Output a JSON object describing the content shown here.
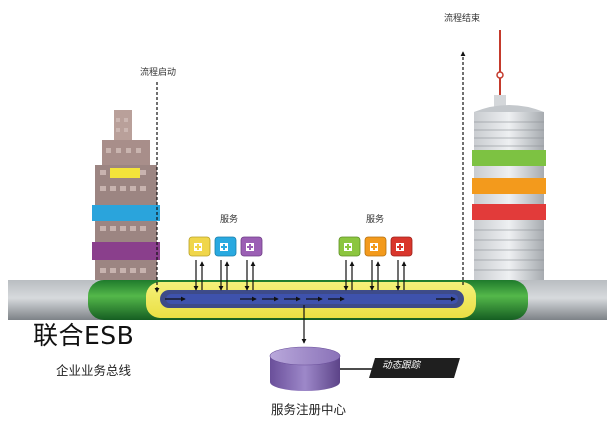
{
  "labels": {
    "flow_start": "流程启动",
    "flow_end": "流程结束",
    "services_left": "服务",
    "services_right": "服务",
    "esb_title": "联合ESB",
    "esb_subtitle": "企业业务总线",
    "registry": "服务注册中心",
    "tracking": "动态跟踪"
  },
  "colors": {
    "pipe_gray": "#9a9fa4",
    "pipe_green": "#2f9a3a",
    "pipe_core": "#1a2c8c",
    "pipe_yellow": "#f3ee5a",
    "service_yellow": "#f0d64a",
    "service_green": "#8cc63f",
    "service_blue": "#29a9e0",
    "service_purple": "#9b5fb4",
    "service_orange": "#f39a1c",
    "service_red": "#d9362c",
    "registry_purple": "#8a72b8",
    "tracking_bar": "#222222"
  },
  "icons": {
    "service": "plus-cross-icon",
    "arrow": "arrow-icon"
  }
}
